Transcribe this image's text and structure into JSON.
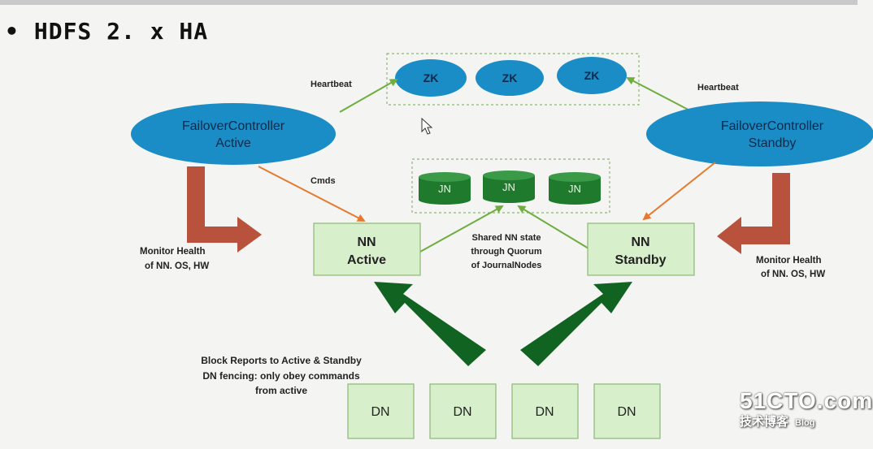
{
  "title": {
    "bullet": "•",
    "text": "HDFS 2. x HA"
  },
  "zookeeper": {
    "nodes": [
      "ZK",
      "ZK",
      "ZK"
    ]
  },
  "failover_active": {
    "line1": "FailoverController",
    "line2": "Active"
  },
  "failover_standby": {
    "line1": "FailoverController",
    "line2": "Standby"
  },
  "labels": {
    "heartbeat_left": "Heartbeat",
    "heartbeat_right": "Heartbeat",
    "cmds": "Cmds",
    "monitor_left_1": "Monitor Health",
    "monitor_left_2": "of NN. OS, HW",
    "monitor_right_1": "Monitor Health",
    "monitor_right_2": "of NN. OS, HW",
    "shared_1": "Shared NN state",
    "shared_2": "through Quorum",
    "shared_3": "of JournalNodes",
    "block_1": "Block Reports to Active & Standby",
    "block_2": "DN fencing: only obey commands",
    "block_3": "from active"
  },
  "journal_nodes": [
    "JN",
    "JN",
    "JN"
  ],
  "nn_active": {
    "line1": "NN",
    "line2": "Active"
  },
  "nn_standby": {
    "line1": "NN",
    "line2": "Standby"
  },
  "data_nodes": [
    "DN",
    "DN",
    "DN",
    "DN"
  ],
  "watermark": {
    "main": "51CTO.com",
    "sub": "技术博客",
    "blog": "Blog"
  },
  "colors": {
    "ellipse_fill": "#1a8cc6",
    "nn_box_fill": "#d8efcc",
    "jn_fill": "#1f7a2e",
    "thick_arrow": "#116322",
    "red_arrow": "#b9523c",
    "orange_line": "#e7792f",
    "green_line": "#6fad3e"
  }
}
